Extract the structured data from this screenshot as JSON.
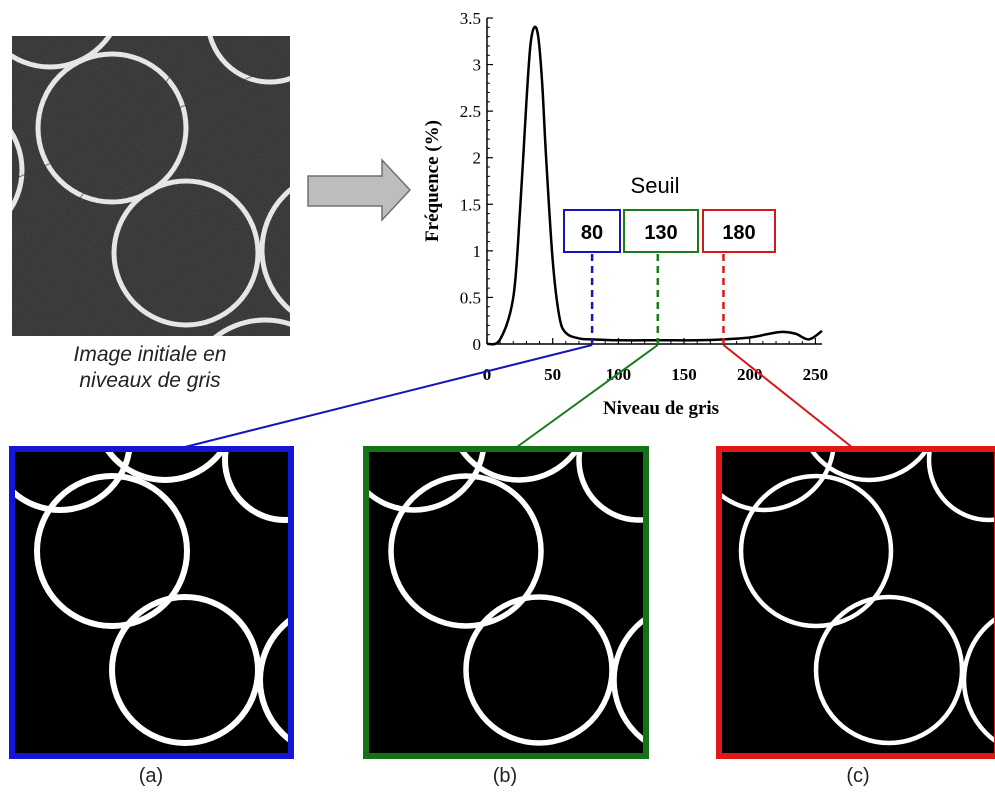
{
  "caption_initial": [
    "Image initiale en",
    "niveaux de gris"
  ],
  "histogram": {
    "ylabel": "Fréquence (%)",
    "xlabel": "Niveau de gris",
    "x_ticks": [
      "0",
      "50",
      "100",
      "150",
      "200",
      "250"
    ],
    "y_ticks": [
      "0",
      "0.5",
      "1",
      "1.5",
      "2",
      "2.5",
      "3",
      "3.5"
    ],
    "seuil_label": "Seuil"
  },
  "thresholds": [
    {
      "value": "80",
      "color": "#1515b8"
    },
    {
      "value": "130",
      "color": "#1a7d1a"
    },
    {
      "value": "180",
      "color": "#d81818"
    }
  ],
  "panel_labels": [
    "(a)",
    "(b)",
    "(c)"
  ],
  "chart_data": {
    "type": "line",
    "xlabel": "Niveau de gris",
    "ylabel": "Fréquence (%)",
    "xlim": [
      0,
      255
    ],
    "ylim": [
      0,
      3.5
    ],
    "x": [
      0,
      10,
      20,
      25,
      30,
      33,
      36,
      39,
      42,
      45,
      50,
      55,
      60,
      70,
      80,
      100,
      130,
      160,
      180,
      200,
      215,
      225,
      235,
      245,
      255
    ],
    "y": [
      0.0,
      0.05,
      0.5,
      1.4,
      2.6,
      3.2,
      3.4,
      3.3,
      2.8,
      2.0,
      0.9,
      0.3,
      0.12,
      0.06,
      0.05,
      0.04,
      0.04,
      0.04,
      0.05,
      0.07,
      0.11,
      0.13,
      0.11,
      0.05,
      0.14
    ],
    "thresholds": [
      80,
      130,
      180
    ]
  }
}
